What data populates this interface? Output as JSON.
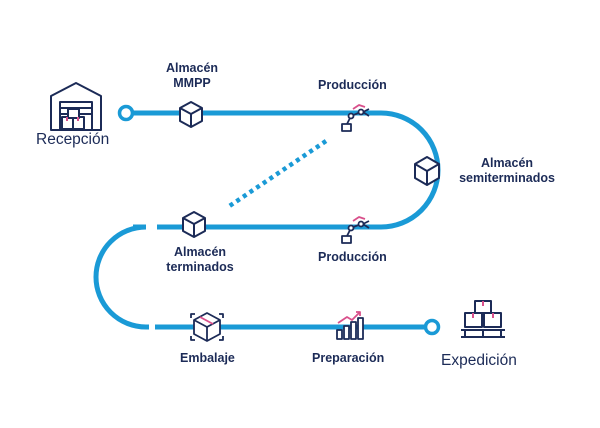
{
  "diagram": {
    "nodes": {
      "recepcion": {
        "label": "Recepción",
        "icon": "warehouse-icon"
      },
      "almacen_mmpp": {
        "label_line1": "Almacén",
        "label_line2": "MMPP",
        "icon": "box-icon"
      },
      "produccion_1": {
        "label": "Producción",
        "icon": "robot-arm-icon"
      },
      "almacen_semi": {
        "label_line1": "Almacén",
        "label_line2": "semiterminados",
        "icon": "box-icon"
      },
      "produccion_2": {
        "label": "Producción",
        "icon": "robot-arm-icon"
      },
      "almacen_term": {
        "label_line1": "Almacén",
        "label_line2": "terminados",
        "icon": "box-icon"
      },
      "embalaje": {
        "label": "Embalaje",
        "icon": "package-wrap-icon"
      },
      "preparacion": {
        "label": "Preparación",
        "icon": "growth-chart-icon"
      },
      "expedicion": {
        "label": "Expedición",
        "icon": "pallet-boxes-icon"
      }
    },
    "colors": {
      "path": "#1a9ad6",
      "icon": "#1c2b57",
      "text": "#1c2b57"
    }
  }
}
